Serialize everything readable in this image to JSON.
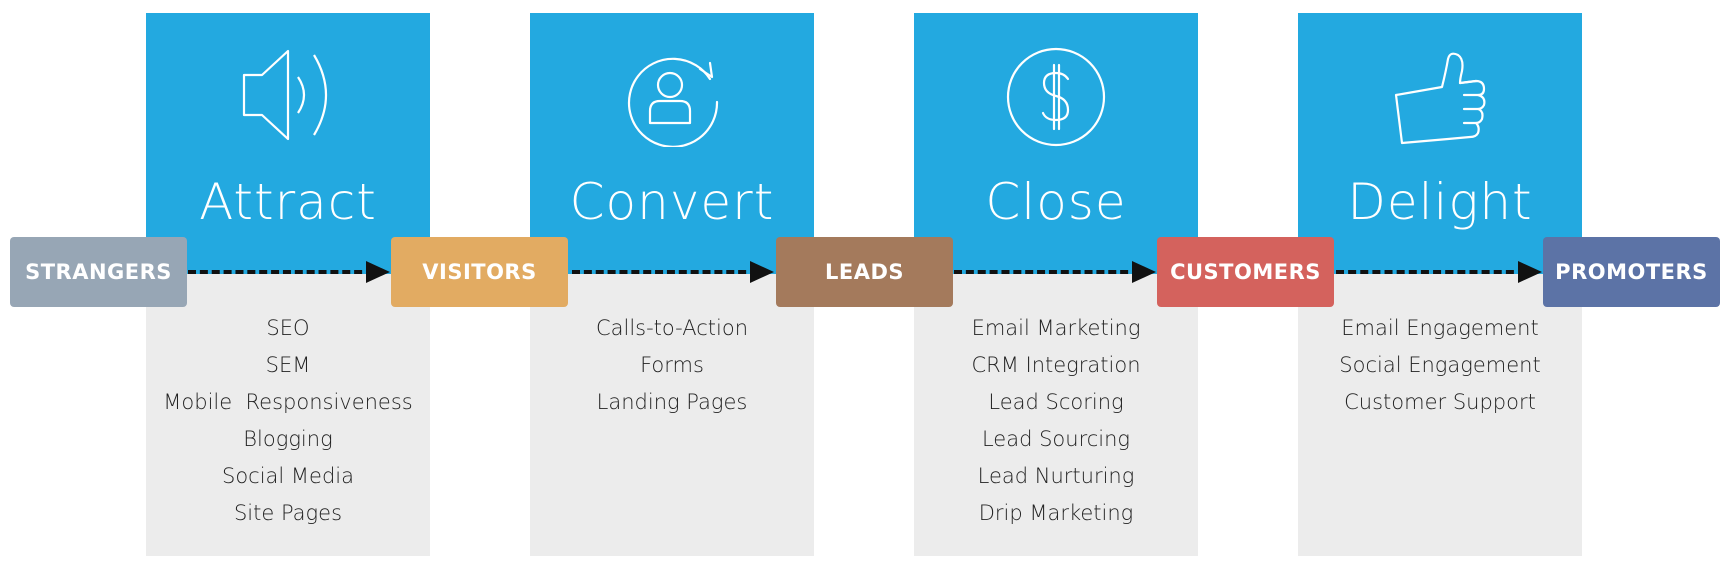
{
  "stages": [
    {
      "title": "Attract",
      "icon": "megaphone-icon",
      "tactics": [
        "SEO",
        "SEM",
        "Mobile  Responsiveness",
        "Blogging",
        "Social Media",
        "Site Pages"
      ]
    },
    {
      "title": "Convert",
      "icon": "user-cycle-icon",
      "tactics": [
        "Calls-to-Action",
        "Forms",
        "Landing Pages"
      ]
    },
    {
      "title": "Close",
      "icon": "dollar-icon",
      "tactics": [
        "Email Marketing",
        "CRM Integration",
        "Lead Scoring",
        "Lead Sourcing",
        "Lead Nurturing",
        "Drip Marketing"
      ]
    },
    {
      "title": "Delight",
      "icon": "thumbs-up-icon",
      "tactics": [
        "Email Engagement",
        "Social Engagement",
        "Customer Support"
      ]
    }
  ],
  "audiences": [
    {
      "label": "STRANGERS",
      "color": "#97a6b5"
    },
    {
      "label": "VISITORS",
      "color": "#e2ab62"
    },
    {
      "label": "LEADS",
      "color": "#a47a5c"
    },
    {
      "label": "CUSTOMERS",
      "color": "#d4625d"
    },
    {
      "label": "PROMOTERS",
      "color": "#5c73a6"
    }
  ],
  "colors": {
    "stage_header": "#23a9e0",
    "stage_body": "#ececec",
    "arrow": "#111111"
  }
}
